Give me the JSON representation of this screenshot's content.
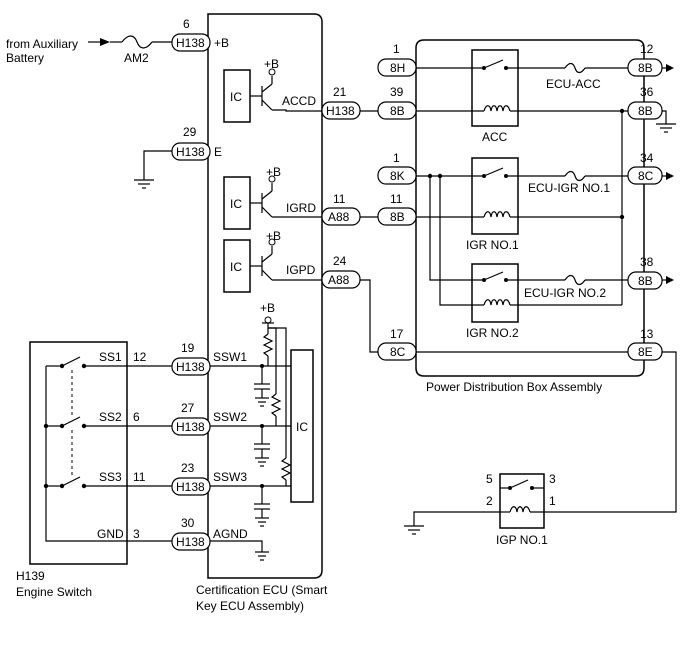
{
  "source": {
    "from_label": "from Auxiliary",
    "from_label2": "Battery",
    "fuse": "AM2"
  },
  "ecu": {
    "title_line1": "Certification ECU (Smart",
    "title_line2": "Key ECU Assembly)",
    "plus_b": "+B",
    "ic": "IC",
    "pins": {
      "b_pin": "+B",
      "e_pin": "E",
      "accd": "ACCD",
      "igrd": "IGRD",
      "igpd": "IGPD",
      "ssw1": "SSW1",
      "ssw2": "SSW2",
      "ssw3": "SSW3",
      "agnd": "AGND"
    }
  },
  "connectors": {
    "h138": "H138",
    "a88": "A88",
    "n6": "6",
    "n29": "29",
    "n21": "21",
    "n11": "11",
    "n24": "24",
    "n19": "19",
    "n27": "27",
    "n23": "23",
    "n30": "30"
  },
  "switch": {
    "id": "H139",
    "name": "Engine Switch",
    "ss1": "SS1",
    "ss2": "SS2",
    "ss3": "SS3",
    "gnd": "GND",
    "p12": "12",
    "p6": "6",
    "p11": "11",
    "p3": "3"
  },
  "pdb": {
    "title": "Power Distribution Box Assembly",
    "connectors": {
      "c8h": "8H",
      "c8b": "8B",
      "c8k": "8K",
      "c8c": "8C",
      "c8e": "8E"
    },
    "pins": {
      "n1": "1",
      "n39": "39",
      "n11": "11",
      "n17": "17",
      "n12": "12",
      "n36": "36",
      "n34": "34",
      "n38": "38",
      "n13": "13"
    },
    "relays": {
      "acc": "ACC",
      "igr1": "IGR NO.1",
      "igr2": "IGR NO.2"
    },
    "fuses": {
      "ecu_acc": "ECU-ACC",
      "ecu_igr1": "ECU-IGR NO.1",
      "ecu_igr2": "ECU-IGR NO.2"
    }
  },
  "igp": {
    "name": "IGP NO.1",
    "p5": "5",
    "p3": "3",
    "p2": "2",
    "p1": "1"
  }
}
